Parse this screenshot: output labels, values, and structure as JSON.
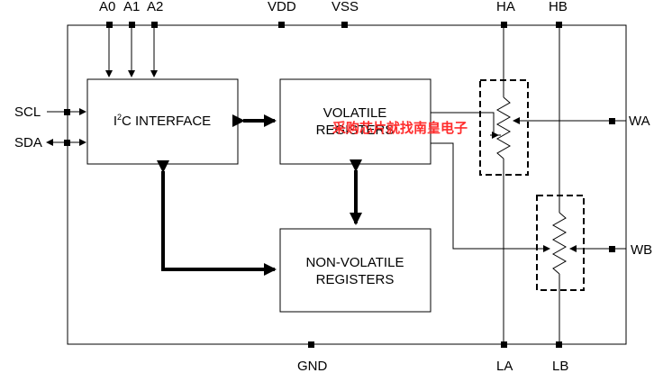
{
  "pins": {
    "a0": "A0",
    "a1": "A1",
    "a2": "A2",
    "vdd": "VDD",
    "vss": "VSS",
    "ha": "HA",
    "hb": "HB",
    "scl": "SCL",
    "sda": "SDA",
    "wa": "WA",
    "wb": "WB",
    "gnd": "GND",
    "la": "LA",
    "lb": "LB"
  },
  "blocks": {
    "i2c": {
      "prefix": "I",
      "superscript": "2",
      "suffix": "C INTERFACE"
    },
    "volatile": {
      "line1": "VOLATILE",
      "line2": "REGISTERS"
    },
    "nonvolatile": {
      "line1": "NON-VOLATILE",
      "line2": "REGISTERS"
    }
  },
  "watermark": "采购芯片就找南皇电子"
}
